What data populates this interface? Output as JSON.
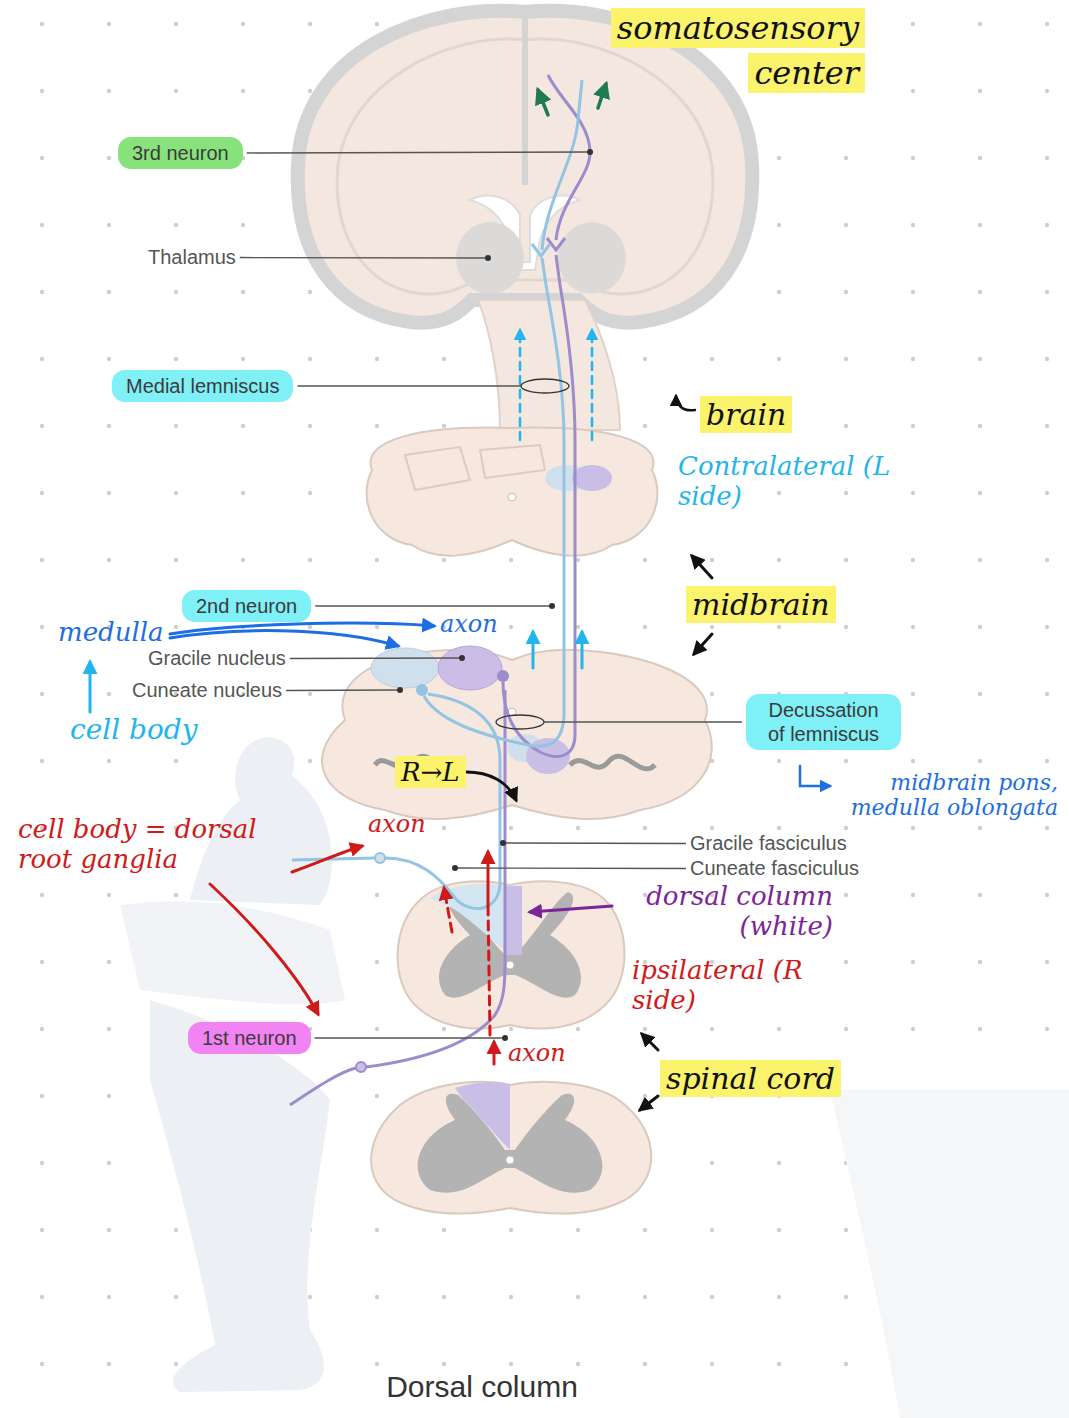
{
  "diagram": {
    "caption": "Dorsal column",
    "nodes": [
      {
        "text": [
          "somatosensory center"
        ]
      },
      {
        "text": [
          "3rd neuron"
        ]
      },
      {
        "text": [
          "Medial lemniscus"
        ]
      },
      {
        "text": [
          "brain"
        ]
      },
      {
        "text": [
          "2nd neuron"
        ]
      },
      {
        "text": [
          "midbrain"
        ]
      },
      {
        "text": [
          "Decussation of lemniscus"
        ]
      },
      {
        "text": [
          "R→L"
        ]
      },
      {
        "text": [
          "1st neuron"
        ]
      },
      {
        "text": [
          "spinal cord"
        ]
      }
    ],
    "labels": [
      "Thalamus",
      "Contralateral (L side)",
      "medulla",
      "axon",
      "Gracile nucleus",
      "Cuneate nucleus",
      "cell body",
      "midbrain pons, medulla oblongata",
      "cell body = dorsal root ganglia",
      "axon",
      "Gracile fasciculus",
      "Cuneate fasciculus",
      "dorsal column (white)",
      "ipsilateral (R side)",
      "axon"
    ]
  }
}
